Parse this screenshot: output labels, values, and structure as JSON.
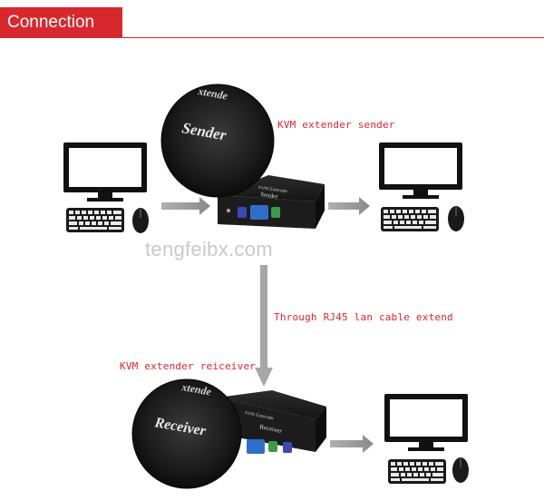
{
  "header": {
    "title": "Connection"
  },
  "labels": {
    "sender": "KVM extender sender",
    "cable": "Through RJ45 lan cable extend",
    "receiver": "KVM extender reiceiver"
  },
  "device_text": {
    "sender_zoom": "Sender",
    "sender_zoom_top": "xtende",
    "sender_body": "Sender",
    "sender_brand": "KVM Extender",
    "receiver_zoom": "Receiver",
    "receiver_zoom_top": "xtende",
    "receiver_body": "Receiver",
    "receiver_brand": "KVM Extender"
  },
  "watermark": "tengfeibx.com",
  "colors": {
    "accent": "#d8282e",
    "label": "#e1232b",
    "arrow": "#9a9a9a"
  },
  "icons": [
    "monitor-icon",
    "keyboard-icon",
    "mouse-icon",
    "arrow-right-icon",
    "arrow-down-icon"
  ]
}
